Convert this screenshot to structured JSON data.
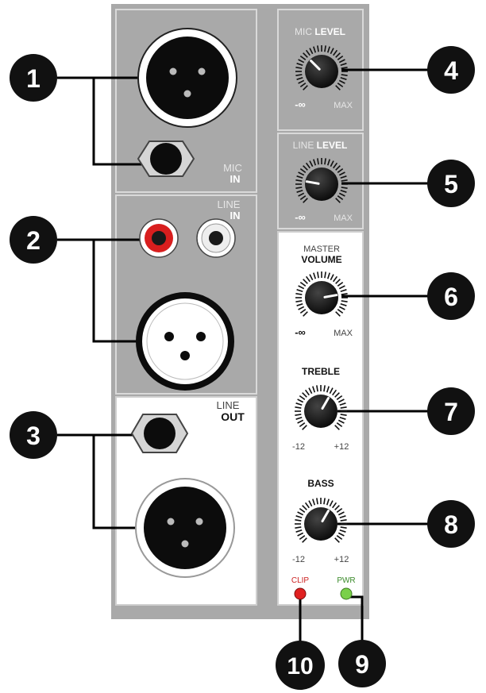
{
  "callouts": [
    "1",
    "2",
    "3",
    "4",
    "5",
    "6",
    "7",
    "8",
    "9",
    "10"
  ],
  "left_panel": {
    "mic_in": {
      "line1": "MIC",
      "line2": "IN"
    },
    "line_in": {
      "line1": "LINE",
      "line2": "IN"
    },
    "line_out": {
      "line1": "LINE",
      "line2": "OUT"
    }
  },
  "knobs": {
    "mic_level": {
      "prefix": "MIC",
      "title": "LEVEL",
      "min": "-∞",
      "max": "MAX"
    },
    "line_level": {
      "prefix": "LINE",
      "title": "LEVEL",
      "min": "-∞",
      "max": "MAX"
    },
    "master": {
      "line1": "MASTER",
      "line2": "VOLUME",
      "min": "-∞",
      "max": "MAX"
    },
    "treble": {
      "title": "TREBLE",
      "min": "-12",
      "max": "+12"
    },
    "bass": {
      "title": "BASS",
      "min": "-12",
      "max": "+12"
    }
  },
  "leds": {
    "clip": "CLIP",
    "pwr": "PWR"
  },
  "colors": {
    "panel": "#a9a9a9",
    "panel_border": "#8e8e8e",
    "white_panel": "#ffffff",
    "callout_bg": "#111111",
    "clip_led": "#e02020",
    "pwr_led": "#7ad04a",
    "rca_red": "#d81e1e"
  }
}
